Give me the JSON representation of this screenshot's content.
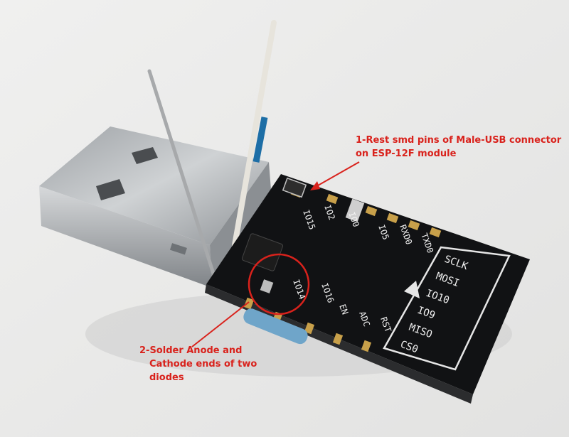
{
  "annotations": {
    "note1": [
      "1-Rest smd pins of Male-USB connector",
      "on ESP-12F module"
    ],
    "note2": [
      "2-Solder Anode and",
      "Cathode ends of two",
      "diodes"
    ]
  },
  "pcb": {
    "left_pins": [
      "IO16",
      "IO14"
    ],
    "bottom_pins": [
      "EN",
      "ADC",
      "RST"
    ],
    "top_pins": [
      "IO15",
      "IO2",
      "IO0",
      "IO5",
      "RXD0",
      "TXD0"
    ],
    "spi_labels": [
      "SCLK",
      "MOSI",
      "IO10",
      "IO9",
      "MISO",
      "CS0"
    ]
  },
  "colors": {
    "annotation": "#d9221c",
    "pcb": "#111214",
    "pads": "#c8a04a",
    "usb_shell": "#b9bcbf"
  }
}
